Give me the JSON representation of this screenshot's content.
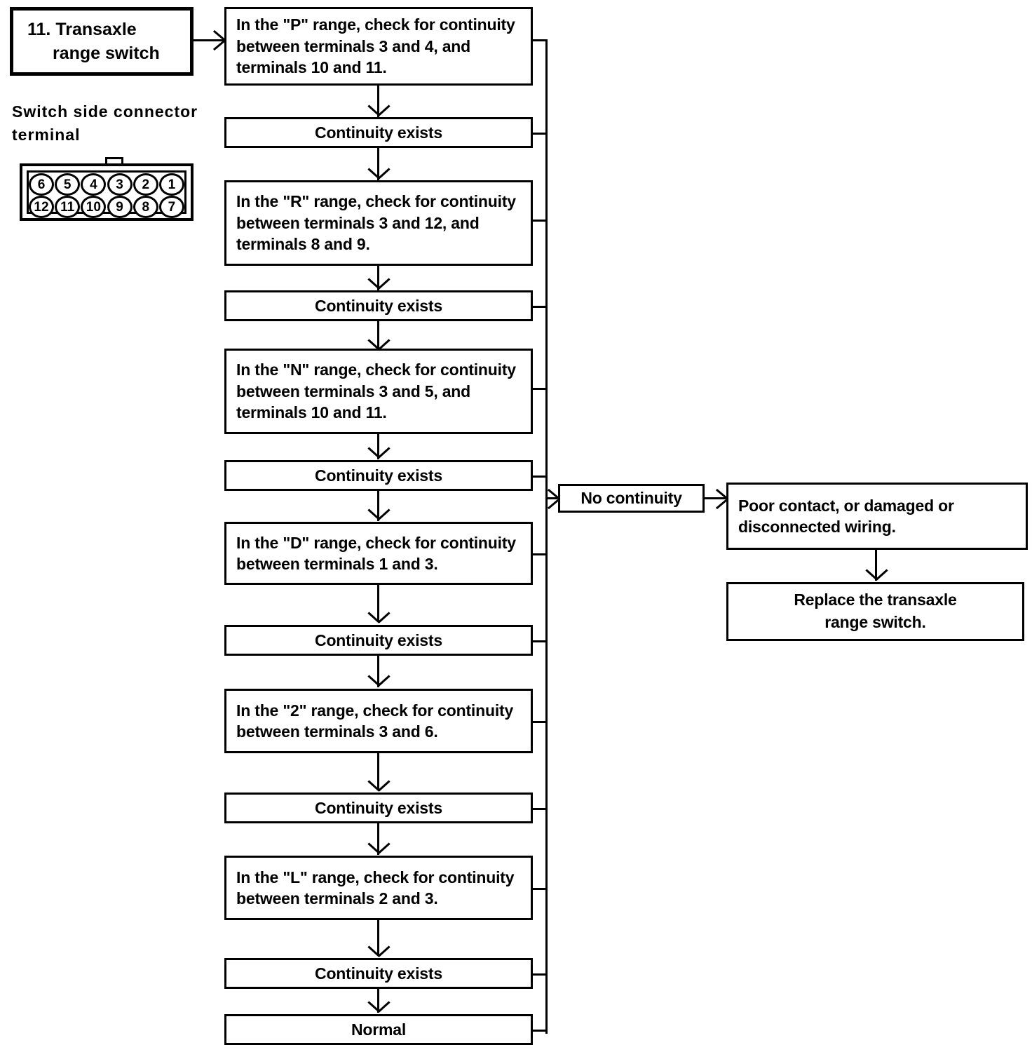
{
  "header": {
    "number_and_title": "11.  Transaxle",
    "title_line2": "range switch"
  },
  "connector": {
    "caption_line1": "Switch  side  connector",
    "caption_line2": "terminal",
    "top_row": [
      "6",
      "5",
      "4",
      "3",
      "2",
      "1"
    ],
    "bottom_row": [
      "12",
      "11",
      "10",
      "9",
      "8",
      "7"
    ]
  },
  "flow": {
    "steps": [
      {
        "check": "In the \"P\" range, check for continuity between terminals 3 and 4, and terminals 10 and 11.",
        "result": "Continuity exists"
      },
      {
        "check": "In the \"R\" range, check for continuity between terminals 3 and 12, and terminals 8 and 9.",
        "result": "Continuity exists"
      },
      {
        "check": "In the \"N\" range, check for continuity between terminals 3 and 5, and terminals 10 and 11.",
        "result": "Continuity exists"
      },
      {
        "check": "In the \"D\" range, check for continuity between terminals 1 and 3.",
        "result": "Continuity exists"
      },
      {
        "check": "In the \"2\" range, check for continuity between terminals 3 and 6.",
        "result": "Continuity exists"
      },
      {
        "check": "In the \"L\" range, check for continuity between terminals 2 and 3.",
        "result": "Continuity exists"
      }
    ],
    "final": "Normal"
  },
  "fault_branch": {
    "condition": "No continuity",
    "cause": "Poor contact, or damaged or disconnected wiring.",
    "action_line1": "Replace  the  transaxle",
    "action_line2": "range switch."
  },
  "colors": {
    "ink": "#000000",
    "paper": "#ffffff"
  }
}
